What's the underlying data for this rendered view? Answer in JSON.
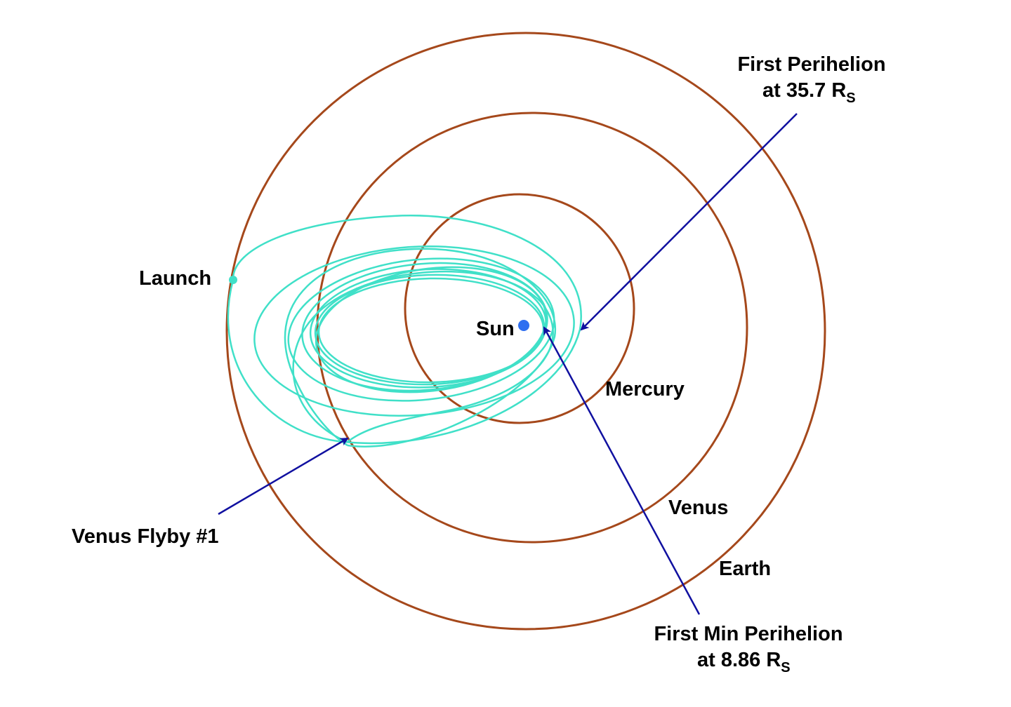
{
  "colors": {
    "orbit": "#a5481b",
    "trajectory": "#40e0c8",
    "arrow": "#1010a0",
    "sun": "#2f6ff0"
  },
  "bodies": {
    "sun": "Sun",
    "mercury": "Mercury",
    "venus": "Venus",
    "earth": "Earth"
  },
  "events": {
    "launch": "Launch",
    "venus_flyby": "Venus Flyby #1",
    "first_perihelion_line1": "First Perihelion",
    "first_perihelion_line2": "at 35.7 R",
    "first_perihelion_sub": "S",
    "first_min_perihelion_line1": "First Min Perihelion",
    "first_min_perihelion_line2": "at 8.86 R",
    "first_min_perihelion_sub": "S"
  }
}
